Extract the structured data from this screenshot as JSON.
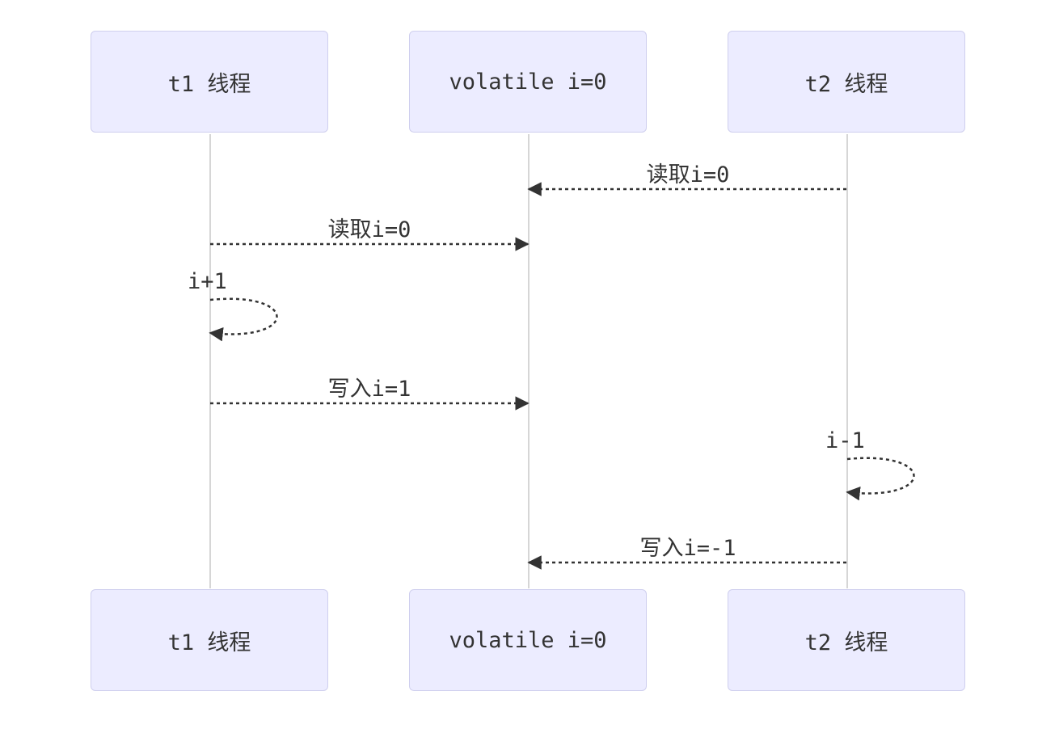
{
  "participants": [
    {
      "id": "t1",
      "label": "t1 线程"
    },
    {
      "id": "vol",
      "label": "volatile i=0"
    },
    {
      "id": "t2",
      "label": "t2 线程"
    }
  ],
  "messages": [
    {
      "from": "t2",
      "to": "vol",
      "label": "读取i=0",
      "style": "dotted-arrow"
    },
    {
      "from": "t1",
      "to": "vol",
      "label": "读取i=0",
      "style": "dotted-arrow"
    },
    {
      "from": "t1",
      "to": "t1",
      "label": "i+1",
      "style": "dotted-arrow"
    },
    {
      "from": "t1",
      "to": "vol",
      "label": "写入i=1",
      "style": "dotted-arrow"
    },
    {
      "from": "t2",
      "to": "t2",
      "label": "i-1",
      "style": "dotted-arrow"
    },
    {
      "from": "t2",
      "to": "vol",
      "label": "写入i=-1",
      "style": "dotted-arrow"
    }
  ],
  "colors": {
    "actor_fill": "#ececff",
    "actor_border": "#cfcfee",
    "lifeline": "#d6d6d6",
    "arrow": "#333333"
  }
}
